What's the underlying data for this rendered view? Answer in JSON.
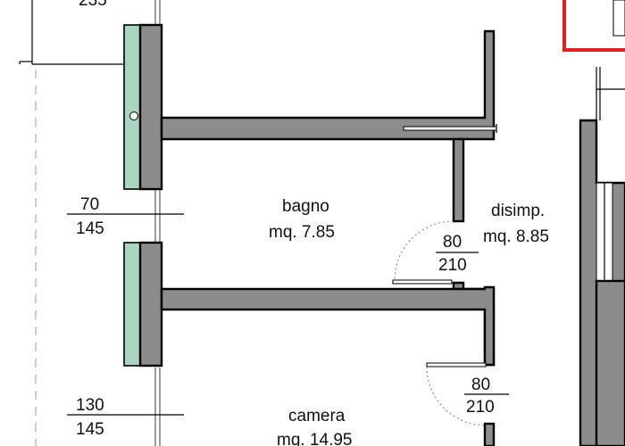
{
  "rooms": [
    {
      "name": "bagno",
      "area": "mq. 7.85"
    },
    {
      "name": "disimp.",
      "area": "mq. 8.85"
    },
    {
      "name": "camera",
      "area": "mq. 14.95"
    }
  ],
  "dimensions": {
    "top_cut": "235",
    "window_1": {
      "width": "70",
      "height": "145"
    },
    "window_2": {
      "width": "130",
      "height": "145"
    },
    "door_1": {
      "width": "80",
      "height": "210"
    },
    "door_2": {
      "width": "80",
      "height": "210"
    }
  },
  "colors": {
    "wall": "#8c8c8c",
    "glass": "#a9d4bf",
    "highlight": "#e0201c"
  }
}
